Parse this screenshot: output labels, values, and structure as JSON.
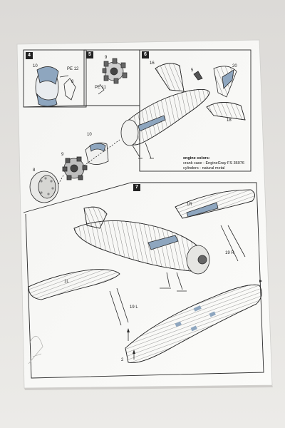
{
  "steps": [
    "4",
    "5",
    "6",
    "7"
  ],
  "callouts": {
    "s4_a": "10",
    "s4_b": "PE 12",
    "s4_c": "8",
    "s5_a": "9",
    "s5_b": "PE 11",
    "s6_a": "16",
    "s6_b": "5",
    "s6_c": "20",
    "s6_d": "18",
    "s6_e": "10",
    "s6_f": "9",
    "s6_g": "8",
    "s7_a": "1R",
    "s7_b": "19 R",
    "s7_c": "1L",
    "s7_d": "19 L",
    "s7_e": "2"
  },
  "notes": {
    "title": "engine colors:",
    "line1": "crank case - EngineGray FS 36076",
    "line2": "cylinders - natural metal"
  },
  "colors": {
    "background": "#e7e5e2",
    "paper": "#f7f7f5",
    "ink": "#2a2a2a",
    "accent_blue": "#8ea6bf"
  }
}
